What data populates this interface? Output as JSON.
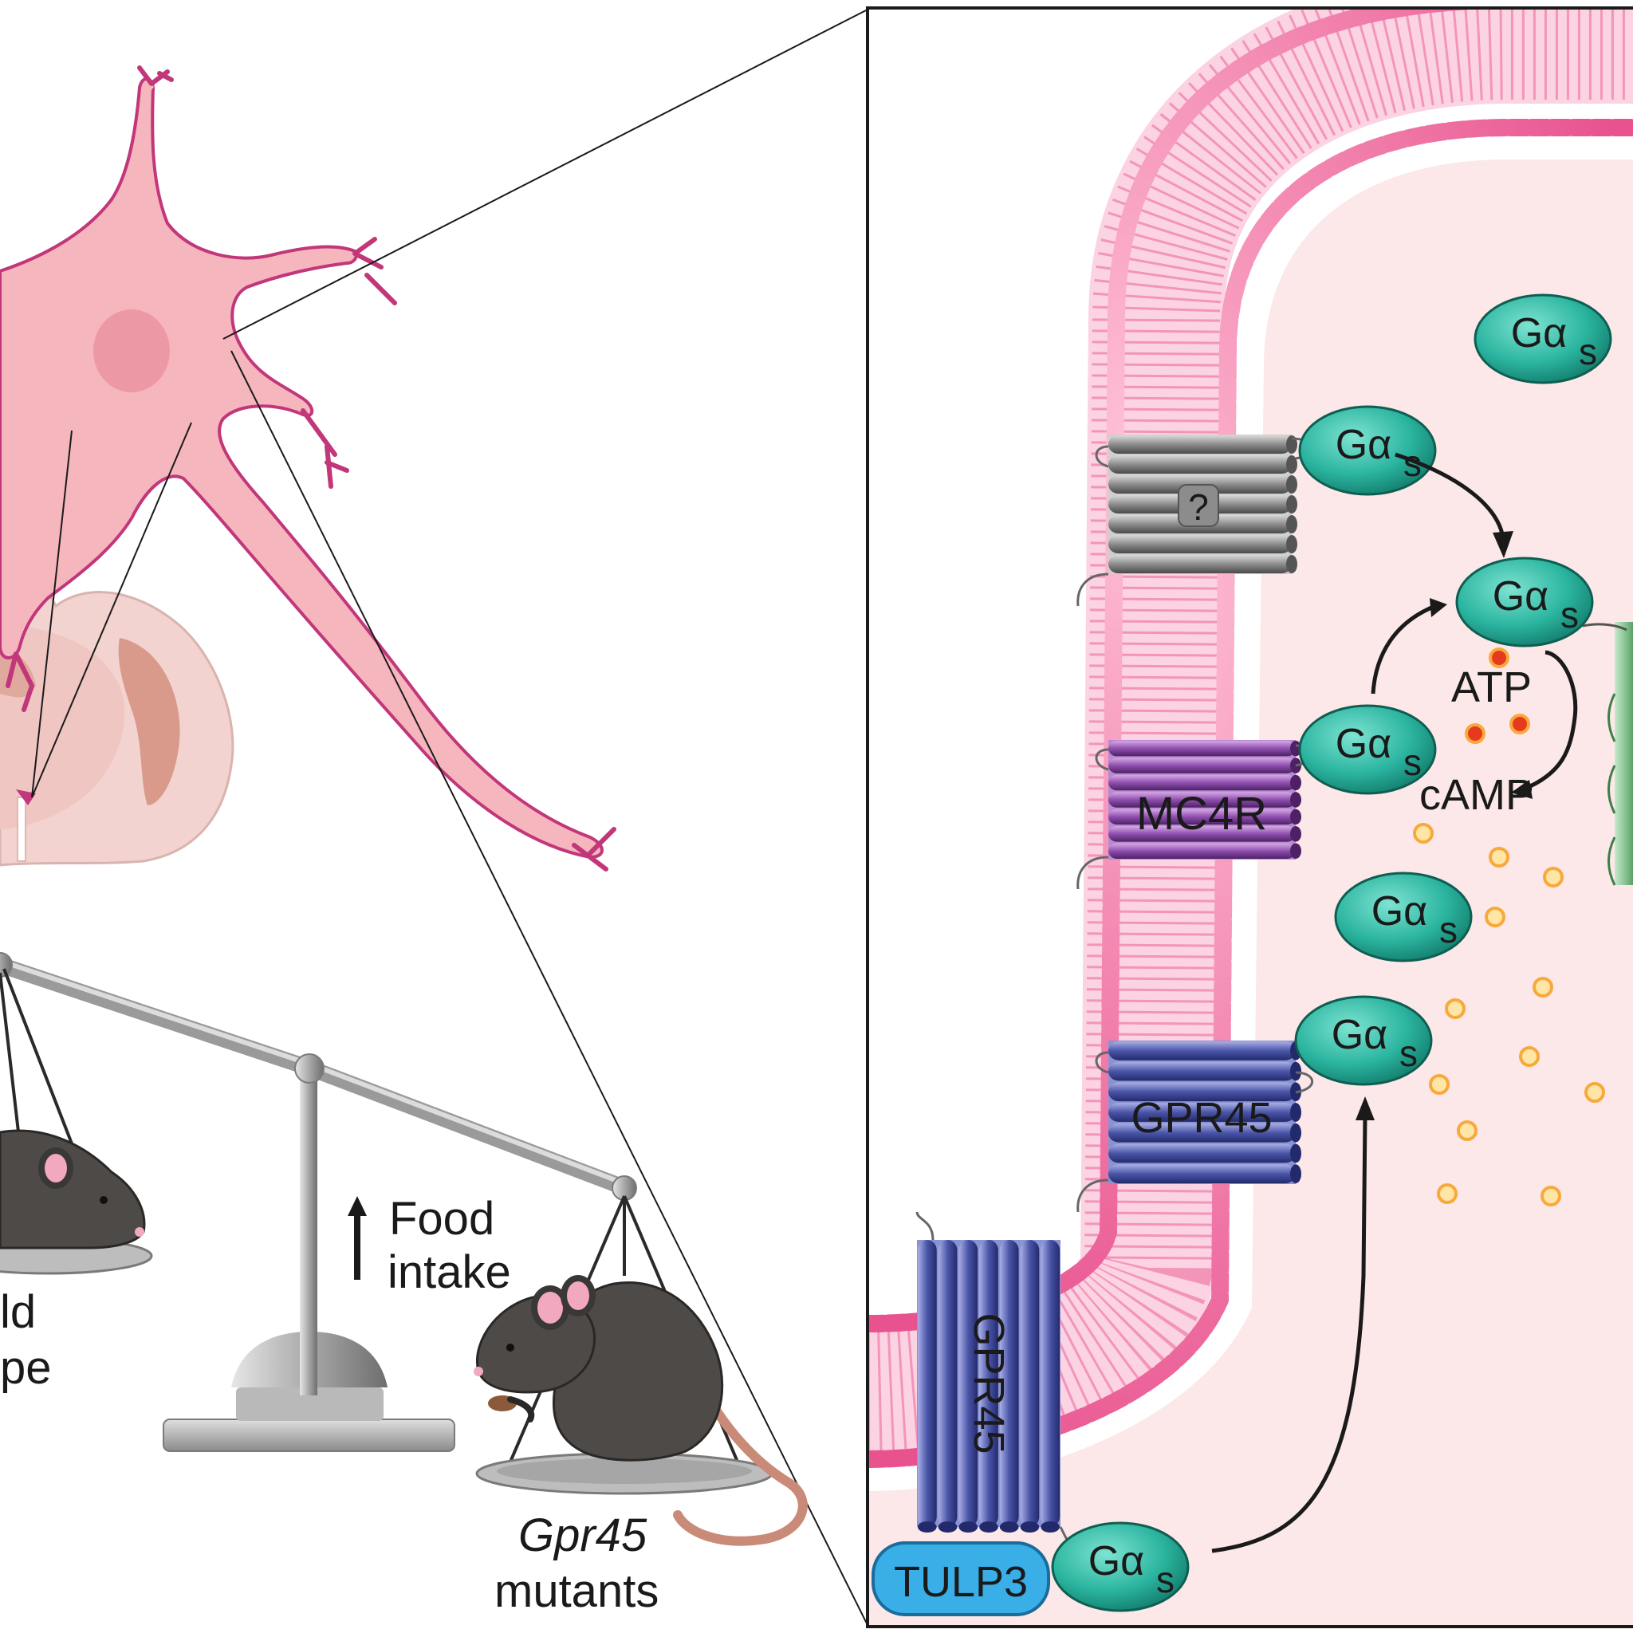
{
  "left_panel": {
    "wildtype_label_line1": "ld",
    "wildtype_label_line2": "pe",
    "food_intake_line1": "Food",
    "food_intake_line2": "intake",
    "mutant_label_line1": "Gpr45",
    "mutant_label_line2": "mutants"
  },
  "right_panel": {
    "receptor_unknown": "?",
    "receptor_mc4r": "MC4R",
    "receptor_gpr45": "GPR45",
    "receptor_gpr45_base": "GPR45",
    "tulp3": "TULP3",
    "gas_main": "Gα",
    "gas_sub": "s",
    "atp": "ATP",
    "camp": "cAMP"
  },
  "colors": {
    "membrane": "#e8538f",
    "cilium_fill": "#fce8e8",
    "gas": "#2bb5a0",
    "mc4r": "#8e4fae",
    "gpr45": "#4a55a8",
    "unknown": "#8c8c8c",
    "tulp3": "#3aaee6",
    "adenylyl_cyclase": "#7fbf8a",
    "camp_dot": "#f7a93b",
    "neuron": "#f2a7b2",
    "mouse": "#4d4a48"
  }
}
